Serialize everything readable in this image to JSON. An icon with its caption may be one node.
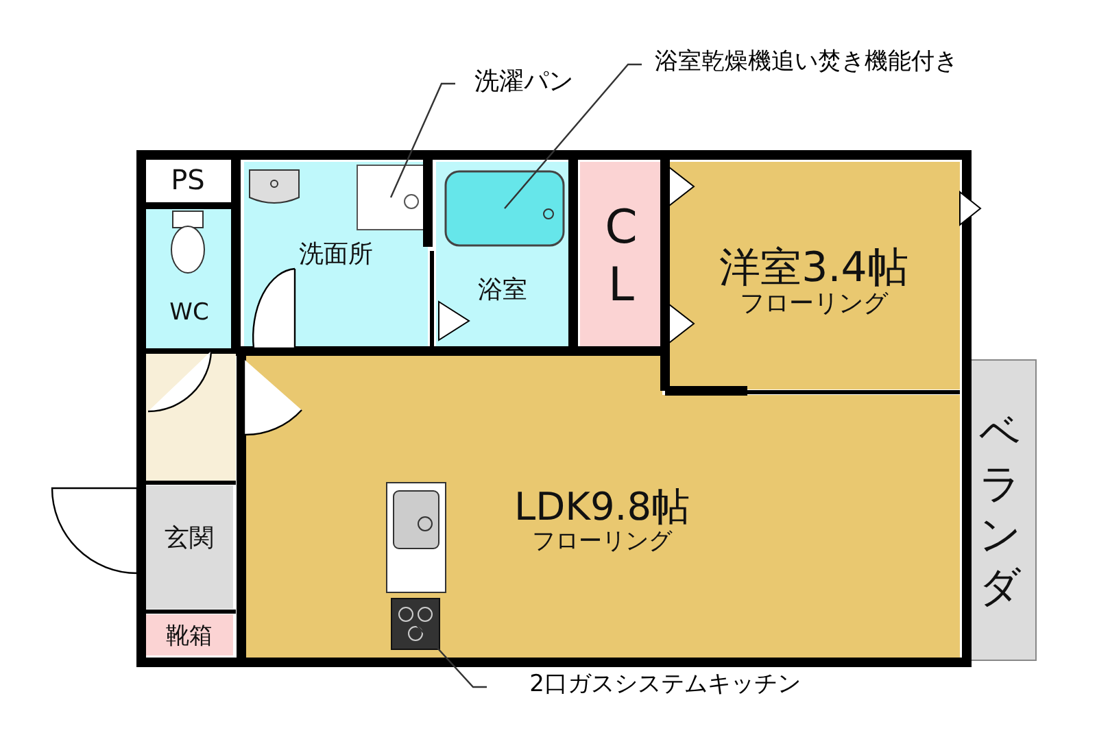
{
  "diagram": {
    "nodes": [
      {
        "text": [
          "PS"
        ]
      },
      {
        "text": [
          "WC"
        ]
      },
      {
        "text": [
          "洗面所"
        ]
      },
      {
        "text": [
          "浴室"
        ]
      },
      {
        "text": [
          "CL"
        ]
      },
      {
        "text": [
          "洋室3.4帖",
          "フローリング"
        ]
      },
      {
        "text": [
          "LDK9.8帖",
          "フローリング"
        ]
      },
      {
        "text": [
          "玄関"
        ]
      },
      {
        "text": [
          "靴箱"
        ]
      },
      {
        "text": [
          "ベランダ"
        ]
      },
      {
        "text": [
          "洗濯パン"
        ]
      },
      {
        "text": [],
        "shape": "box",
        "in": 2
      },
      {
        "text": [
          "浴室乾燥機追い焚き機能付き"
        ]
      },
      {
        "text": [],
        "shape": "picture",
        "in": 3
      },
      {
        "text": [
          "2口ガスシステムキッチン"
        ]
      },
      {
        "text": [],
        "shape": "picture",
        "in": 6
      }
    ],
    "edges": [
      {
        "from": 10,
        "to": 11,
        "arrow": "none"
      },
      {
        "from": 12,
        "to": 13,
        "arrow": "none"
      },
      {
        "from": 14,
        "to": 15,
        "arrow": "none"
      }
    ]
  }
}
